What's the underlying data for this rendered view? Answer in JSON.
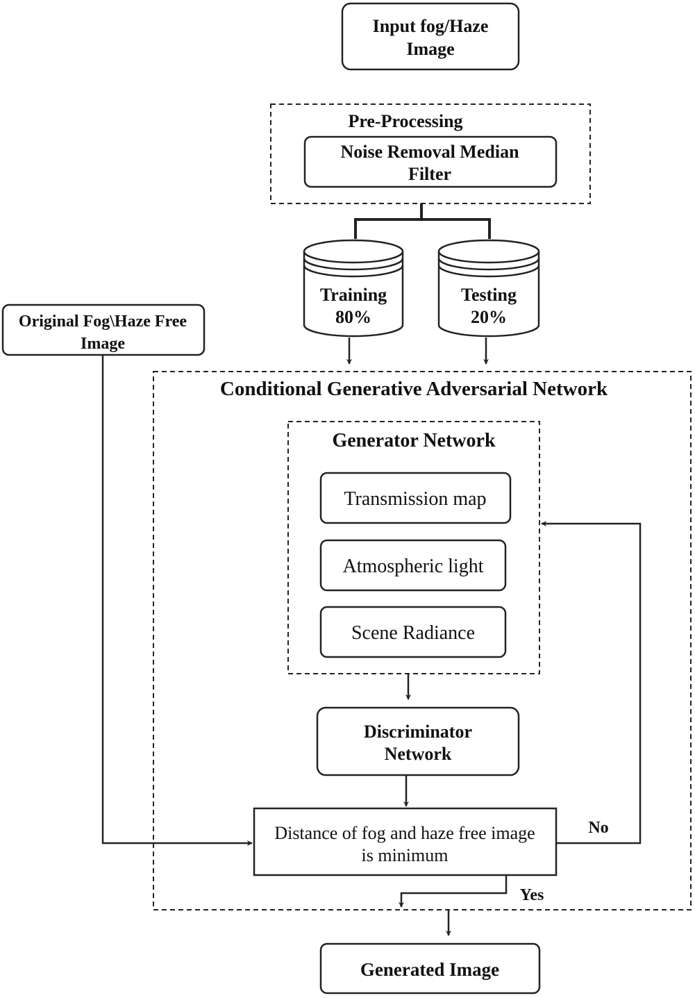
{
  "nodes": {
    "input_image": [
      "Input fog/Haze",
      "Image"
    ],
    "preprocessing_title": "Pre-Processing",
    "noise_removal": [
      "Noise Removal Median",
      "Filter"
    ],
    "training": [
      "Training",
      "80%"
    ],
    "testing": [
      "Testing",
      "20%"
    ],
    "original_image": [
      "Original Fog\\Haze Free",
      "Image"
    ],
    "cgan_title": "Conditional Generative Adversarial Network",
    "generator_title": "Generator Network",
    "transmission_map": "Transmission map",
    "atmospheric_light": "Atmospheric light",
    "scene_radiance": "Scene Radiance",
    "discriminator": [
      "Discriminator",
      "Network"
    ],
    "decision": [
      "Distance of fog and haze free image",
      "is minimum"
    ],
    "generated_image": "Generated Image"
  },
  "edge_labels": {
    "no": "No",
    "yes": "Yes"
  },
  "colors": {
    "stroke": "#222222",
    "text": "#111111",
    "background": "#ffffff"
  }
}
